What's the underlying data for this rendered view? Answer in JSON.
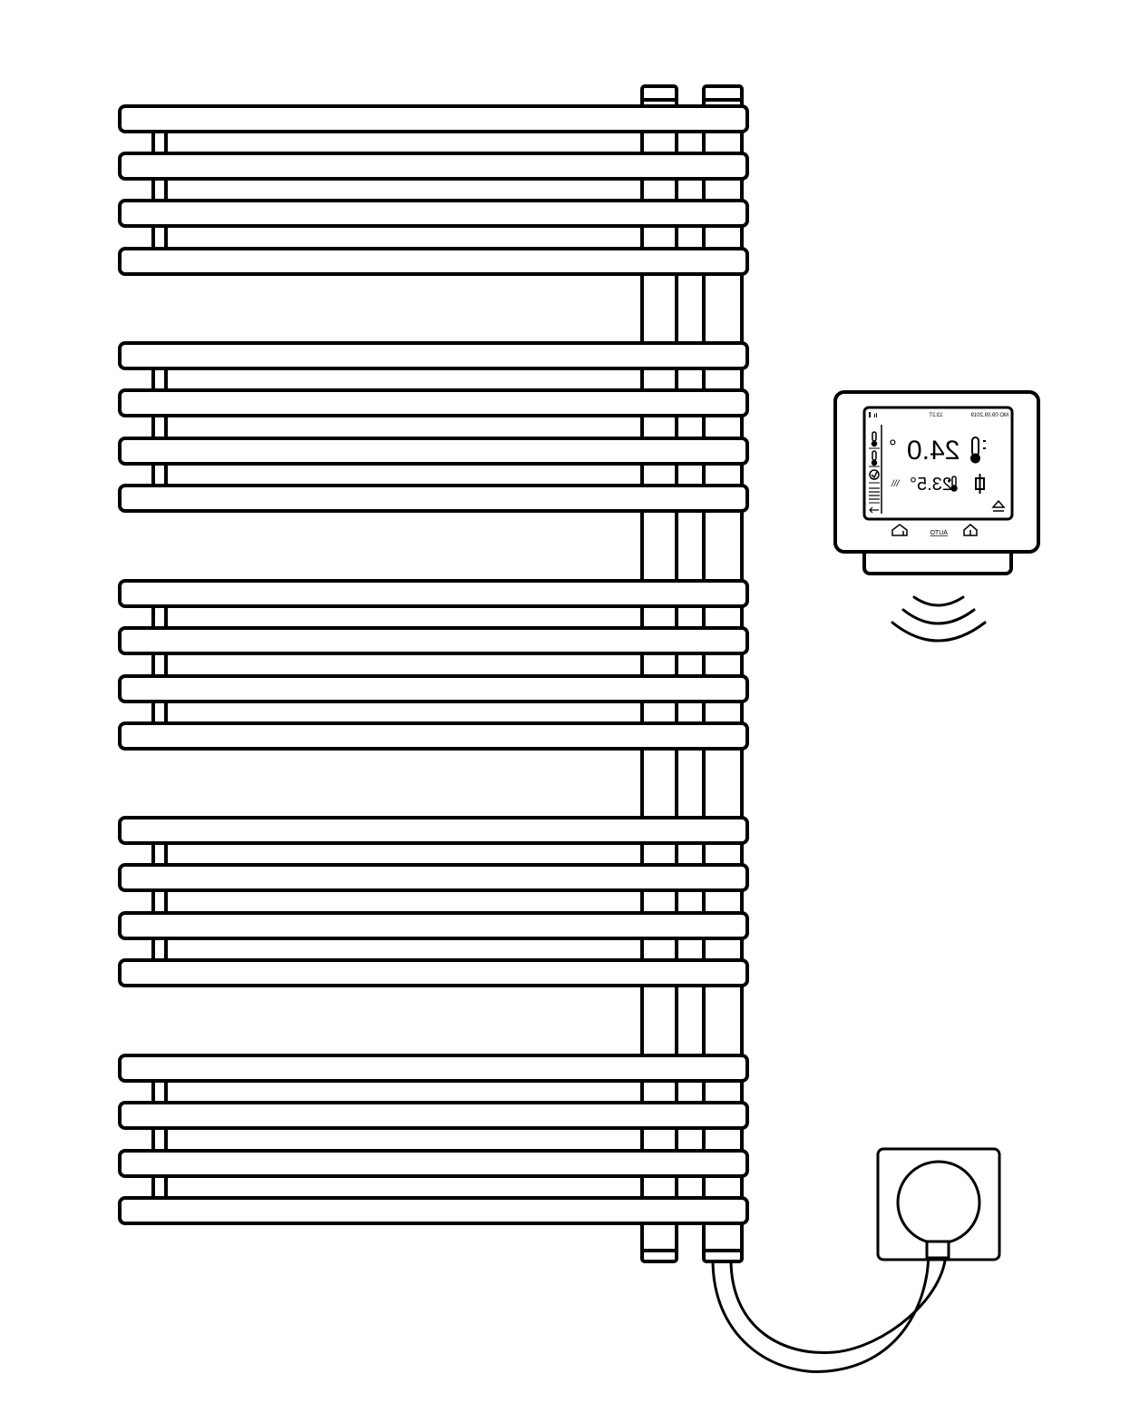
{
  "thermostat": {
    "status_time": "13:27",
    "status_date": "MO 09.09.2019",
    "set_temperature": "24.0",
    "degree_symbol": "°",
    "room_temperature": "23.5°",
    "heat_symbol": "///",
    "mode_label": "AUTO"
  },
  "colors": {
    "stroke": "#000000",
    "background": "#ffffff"
  },
  "icons": [
    "thermometer-icon",
    "clock-icon",
    "menu-icon",
    "back-icon",
    "home-away-icon",
    "home-icon",
    "eject-icon",
    "signal-waves-icon",
    "socket-icon",
    "plug-cable-icon"
  ]
}
